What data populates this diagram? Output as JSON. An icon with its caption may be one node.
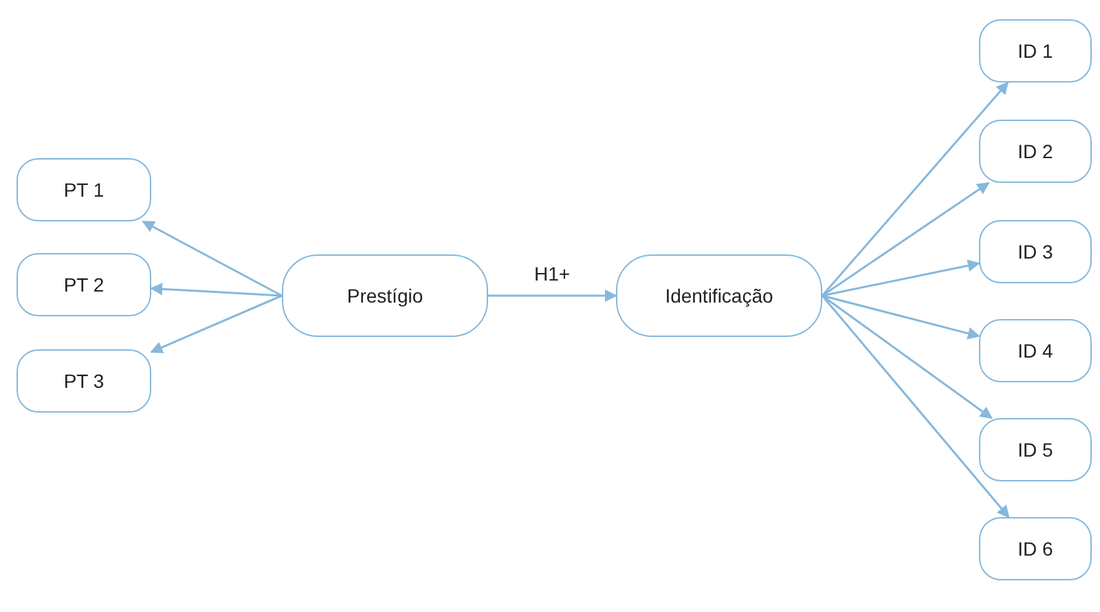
{
  "diagram": {
    "nodes": [
      {
        "text": [
          "PT 1"
        ]
      },
      {
        "text": [
          "PT 2"
        ]
      },
      {
        "text": [
          "PT 3"
        ]
      },
      {
        "text": [
          "Prestígio"
        ]
      },
      {
        "text": [
          "Identificação"
        ]
      },
      {
        "text": [
          "ID 1"
        ]
      },
      {
        "text": [
          "ID 2"
        ]
      },
      {
        "text": [
          "ID 3"
        ]
      },
      {
        "text": [
          "ID 4"
        ]
      },
      {
        "text": [
          "ID 5"
        ]
      },
      {
        "text": [
          "ID 6"
        ]
      }
    ],
    "edges": [
      {
        "from": 3,
        "to": 0,
        "arrow": "to"
      },
      {
        "from": 3,
        "to": 1,
        "arrow": "to"
      },
      {
        "from": 3,
        "to": 2,
        "arrow": "to"
      },
      {
        "from": 3,
        "to": 4,
        "arrow": "to",
        "label": "H1+"
      },
      {
        "from": 4,
        "to": 5,
        "arrow": "to"
      },
      {
        "from": 4,
        "to": 6,
        "arrow": "to"
      },
      {
        "from": 4,
        "to": 7,
        "arrow": "to"
      },
      {
        "from": 4,
        "to": 8,
        "arrow": "to"
      },
      {
        "from": 4,
        "to": 9,
        "arrow": "to"
      },
      {
        "from": 4,
        "to": 10,
        "arrow": "to"
      }
    ]
  }
}
